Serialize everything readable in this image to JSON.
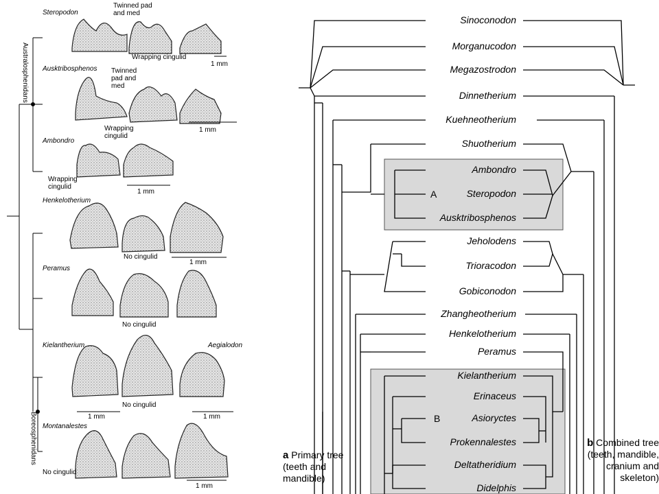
{
  "left_panel": {
    "group_labels": {
      "australosphenidans": "Australosphenidans",
      "boreosphenidans": "Boreosphenidans"
    },
    "specimens": [
      {
        "name": "Steropodon",
        "notes": [
          "Twinned pad\nand med",
          "Wrapping cingulid"
        ],
        "scale": "1 mm"
      },
      {
        "name": "Ausktribosphenos",
        "notes": [
          "Twinned\npad and\nmed",
          "Wrapping\ncingulid"
        ],
        "scale": "1 mm"
      },
      {
        "name": "Ambondro",
        "notes": [
          "Wrapping\ncingulid"
        ],
        "scale": "1 mm"
      },
      {
        "name": "Henkelotherium",
        "notes": [
          "No cingulid"
        ],
        "scale": "1 mm"
      },
      {
        "name": "Peramus",
        "notes": [
          "No cingulid"
        ],
        "scale": ""
      },
      {
        "name": "Kielantherium",
        "second_name": "Aegialodon",
        "notes": [
          "No cingulid"
        ],
        "scale": "1 mm",
        "scale2": "1 mm"
      },
      {
        "name": "Montanalestes",
        "notes": [
          "No cingulid"
        ],
        "scale": "1 mm"
      }
    ]
  },
  "right_panel": {
    "taxa": [
      "Sinoconodon",
      "Morganucodon",
      "Megazostrodon",
      "Dinnetherium",
      "Kuehneotherium",
      "Shuotherium",
      "Ambondro",
      "Steropodon",
      "Ausktribosphenos",
      "Jeholodens",
      "Trioracodon",
      "Gobiconodon",
      "Zhangheotherium",
      "Henkelotherium",
      "Peramus",
      "Kielantherium",
      "Erinaceus",
      "Asioryctes",
      "Prokennalestes",
      "Deltatheridium",
      "Didelphis"
    ],
    "node_labels": {
      "a": "A",
      "b": "B"
    },
    "caption_a": {
      "letter": "a",
      "line1": "Primary tree",
      "line2": "(teeth and",
      "line3": "mandible)"
    },
    "caption_b": {
      "letter": "b",
      "line1": "Combined tree",
      "line2": "(teeth, mandible,",
      "line3": "cranium and",
      "line4": "skeleton)"
    }
  }
}
